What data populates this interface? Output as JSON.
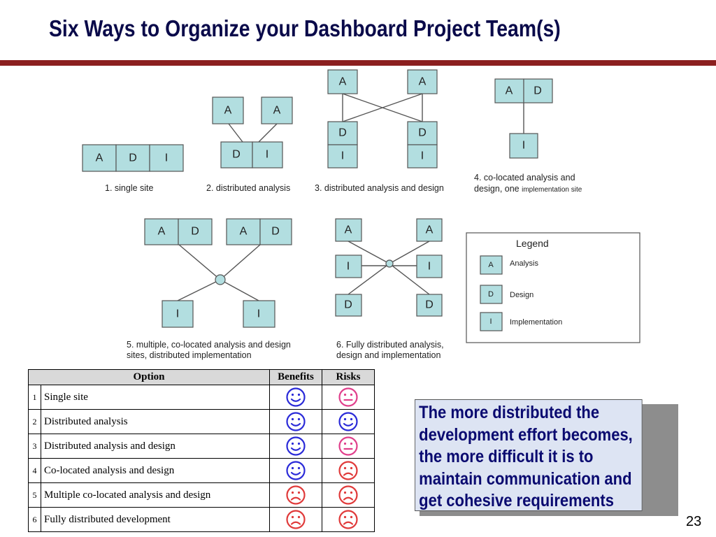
{
  "slide": {
    "title": "Six Ways to Organize your Dashboard Project Team(s)",
    "page_number": "23"
  },
  "diagram": {
    "box_labels": {
      "analysis": "A",
      "design": "D",
      "implementation": "I"
    },
    "captions": {
      "option1": "1. single site",
      "option2": "2. distributed analysis",
      "option3": "3. distributed analysis and design",
      "option4_line1": "4. co-located analysis and",
      "option4_line2": "design, one",
      "option4_line2_small": "implementation site",
      "option5_line1": "5. multiple, co-located analysis and design",
      "option5_line2": "sites, distributed implementation",
      "option6_line1": "6. Fully distributed analysis,",
      "option6_line2": "design and implementation"
    },
    "legend": {
      "title": "Legend",
      "items": [
        {
          "symbol": "A",
          "label": "Analysis"
        },
        {
          "symbol": "D",
          "label": "Design"
        },
        {
          "symbol": "I",
          "label": "Implementation"
        }
      ]
    },
    "colors": {
      "box_fill": "#b2dee0",
      "box_stroke": "#555555",
      "line": "#555555"
    }
  },
  "table": {
    "headers": {
      "option": "Option",
      "benefits": "Benefits",
      "risks": "Risks"
    },
    "rows": [
      {
        "num": "1",
        "name": "Single site",
        "benefits": "happy",
        "risks": "neutral"
      },
      {
        "num": "2",
        "name": "Distributed analysis",
        "benefits": "happy",
        "risks": "happy"
      },
      {
        "num": "3",
        "name": "Distributed analysis and design",
        "benefits": "happy",
        "risks": "neutral"
      },
      {
        "num": "4",
        "name": "Co-located analysis and design",
        "benefits": "happy",
        "risks": "sad"
      },
      {
        "num": "5",
        "name": "Multiple co-located analysis and design",
        "benefits": "sad",
        "risks": "sad"
      },
      {
        "num": "6",
        "name": "Fully distributed development",
        "benefits": "sad",
        "risks": "sad"
      }
    ],
    "icon_colors": {
      "happy": "#2a2ad8",
      "neutral": "#e0408c",
      "sad": "#e03a3a"
    }
  },
  "callout": {
    "lines": [
      "The more distributed the",
      "development effort becomes,",
      "the more difficult it is to",
      "maintain communication and",
      "get cohesive requirements"
    ]
  }
}
